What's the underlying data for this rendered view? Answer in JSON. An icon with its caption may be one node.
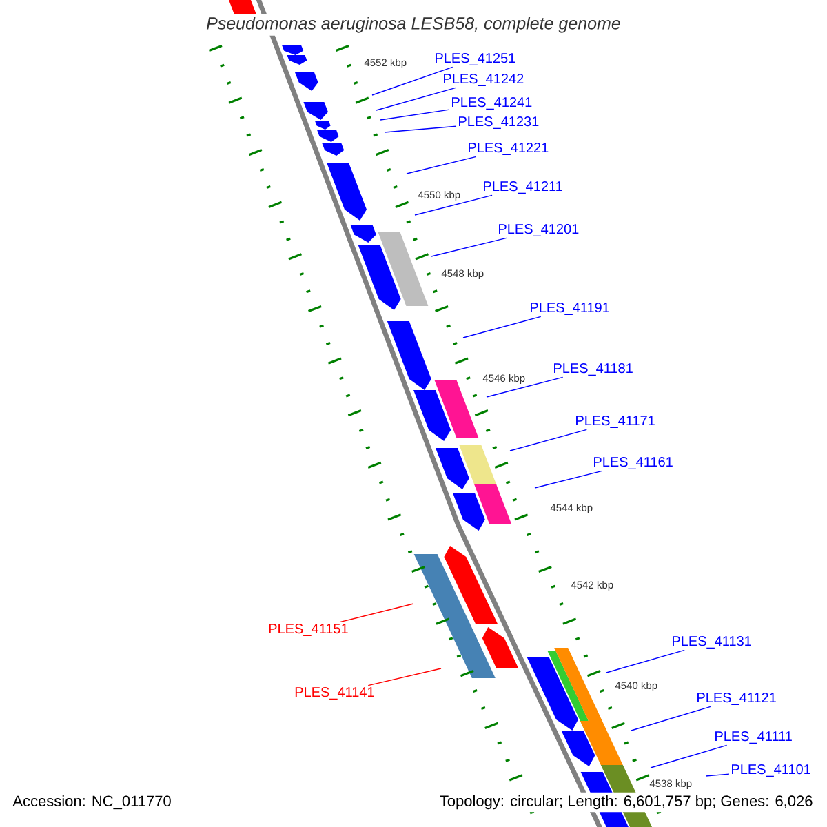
{
  "diagram": {
    "title": "Pseudomonas aeruginosa LESB58, complete genome",
    "nodes": [
      {
        "text": [
          "PLES_41251"
        ]
      },
      {
        "text": [
          "PLES_41242"
        ]
      },
      {
        "text": [
          "PLES_41241"
        ]
      },
      {
        "text": [
          "PLES_41231"
        ]
      },
      {
        "text": [
          "PLES_41221"
        ]
      },
      {
        "text": [
          "PLES_41211"
        ]
      },
      {
        "text": [
          "PLES_41201"
        ]
      },
      {
        "text": [
          "PLES_41191"
        ]
      },
      {
        "text": [
          "PLES_41181"
        ]
      },
      {
        "text": [
          "PLES_41171"
        ]
      },
      {
        "text": [
          "PLES_41161"
        ]
      },
      {
        "text": [
          "PLES_41151"
        ]
      },
      {
        "text": [
          "PLES_41141"
        ]
      },
      {
        "text": [
          "PLES_41131"
        ]
      },
      {
        "text": [
          "PLES_41121"
        ]
      },
      {
        "text": [
          "PLES_41111"
        ]
      },
      {
        "text": [
          "PLES_41101"
        ]
      }
    ],
    "edges": [
      {
        "from": 0,
        "to": null,
        "arrow": "none"
      },
      {
        "from": 1,
        "to": null,
        "arrow": "none"
      },
      {
        "from": 2,
        "to": null,
        "arrow": "none"
      },
      {
        "from": 3,
        "to": null,
        "arrow": "none"
      },
      {
        "from": 4,
        "to": null,
        "arrow": "none"
      },
      {
        "from": 5,
        "to": null,
        "arrow": "none"
      },
      {
        "from": 6,
        "to": null,
        "arrow": "none"
      },
      {
        "from": 7,
        "to": null,
        "arrow": "none"
      },
      {
        "from": 8,
        "to": null,
        "arrow": "none"
      },
      {
        "from": 9,
        "to": null,
        "arrow": "none"
      },
      {
        "from": 10,
        "to": null,
        "arrow": "none"
      },
      {
        "from": 11,
        "to": null,
        "arrow": "none",
        "color": "#ff0000"
      },
      {
        "from": 12,
        "to": null,
        "arrow": "none",
        "color": "#ff0000"
      },
      {
        "from": 13,
        "to": null,
        "arrow": "none"
      },
      {
        "from": 14,
        "to": null,
        "arrow": "none"
      },
      {
        "from": 15,
        "to": null,
        "arrow": "none"
      },
      {
        "from": 16,
        "to": null,
        "arrow": "none"
      }
    ],
    "labels": [
      "4552 kbp",
      "4550 kbp",
      "4548 kbp",
      "4546 kbp",
      "4544 kbp",
      "4542 kbp",
      "4540 kbp",
      "4538 kbp",
      "Accession: NC_011770",
      "Topology: circular; Length: 6,601,757 bp; Genes: 6,026"
    ]
  }
}
